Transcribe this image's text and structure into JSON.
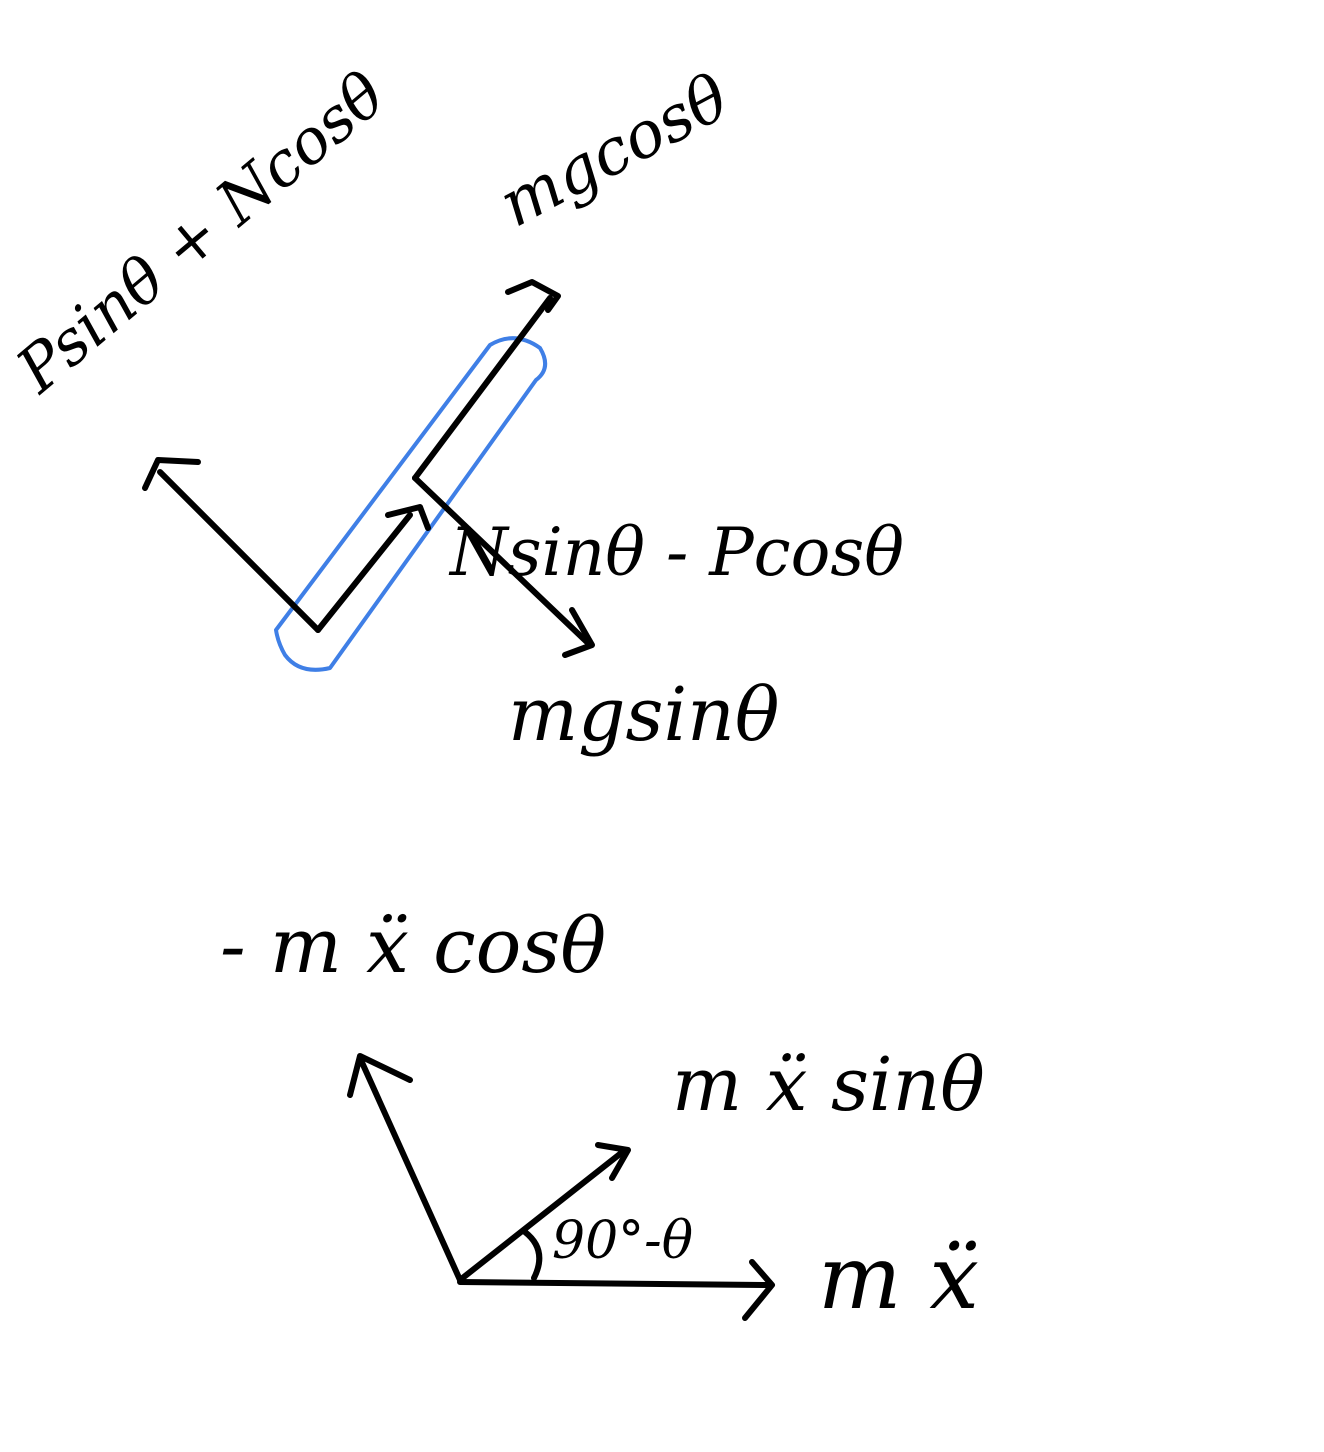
{
  "colors": {
    "ink": "#000000",
    "highlight": "#3f7fe6",
    "background": "#ffffff"
  },
  "top_diagram": {
    "labels": {
      "upper_left": "Psinθ + Ncosθ",
      "upper_right": "mgcosθ",
      "middle_right": "Nsinθ - Pcosθ",
      "lower_right": "mgsinθ"
    },
    "highlight_note": "blue-highlight-capsule"
  },
  "bottom_diagram": {
    "labels": {
      "up": "- m ẍ cosθ",
      "diagonal": "m ẍ sinθ",
      "horizontal": "m ẍ",
      "angle": "90°-θ"
    }
  }
}
